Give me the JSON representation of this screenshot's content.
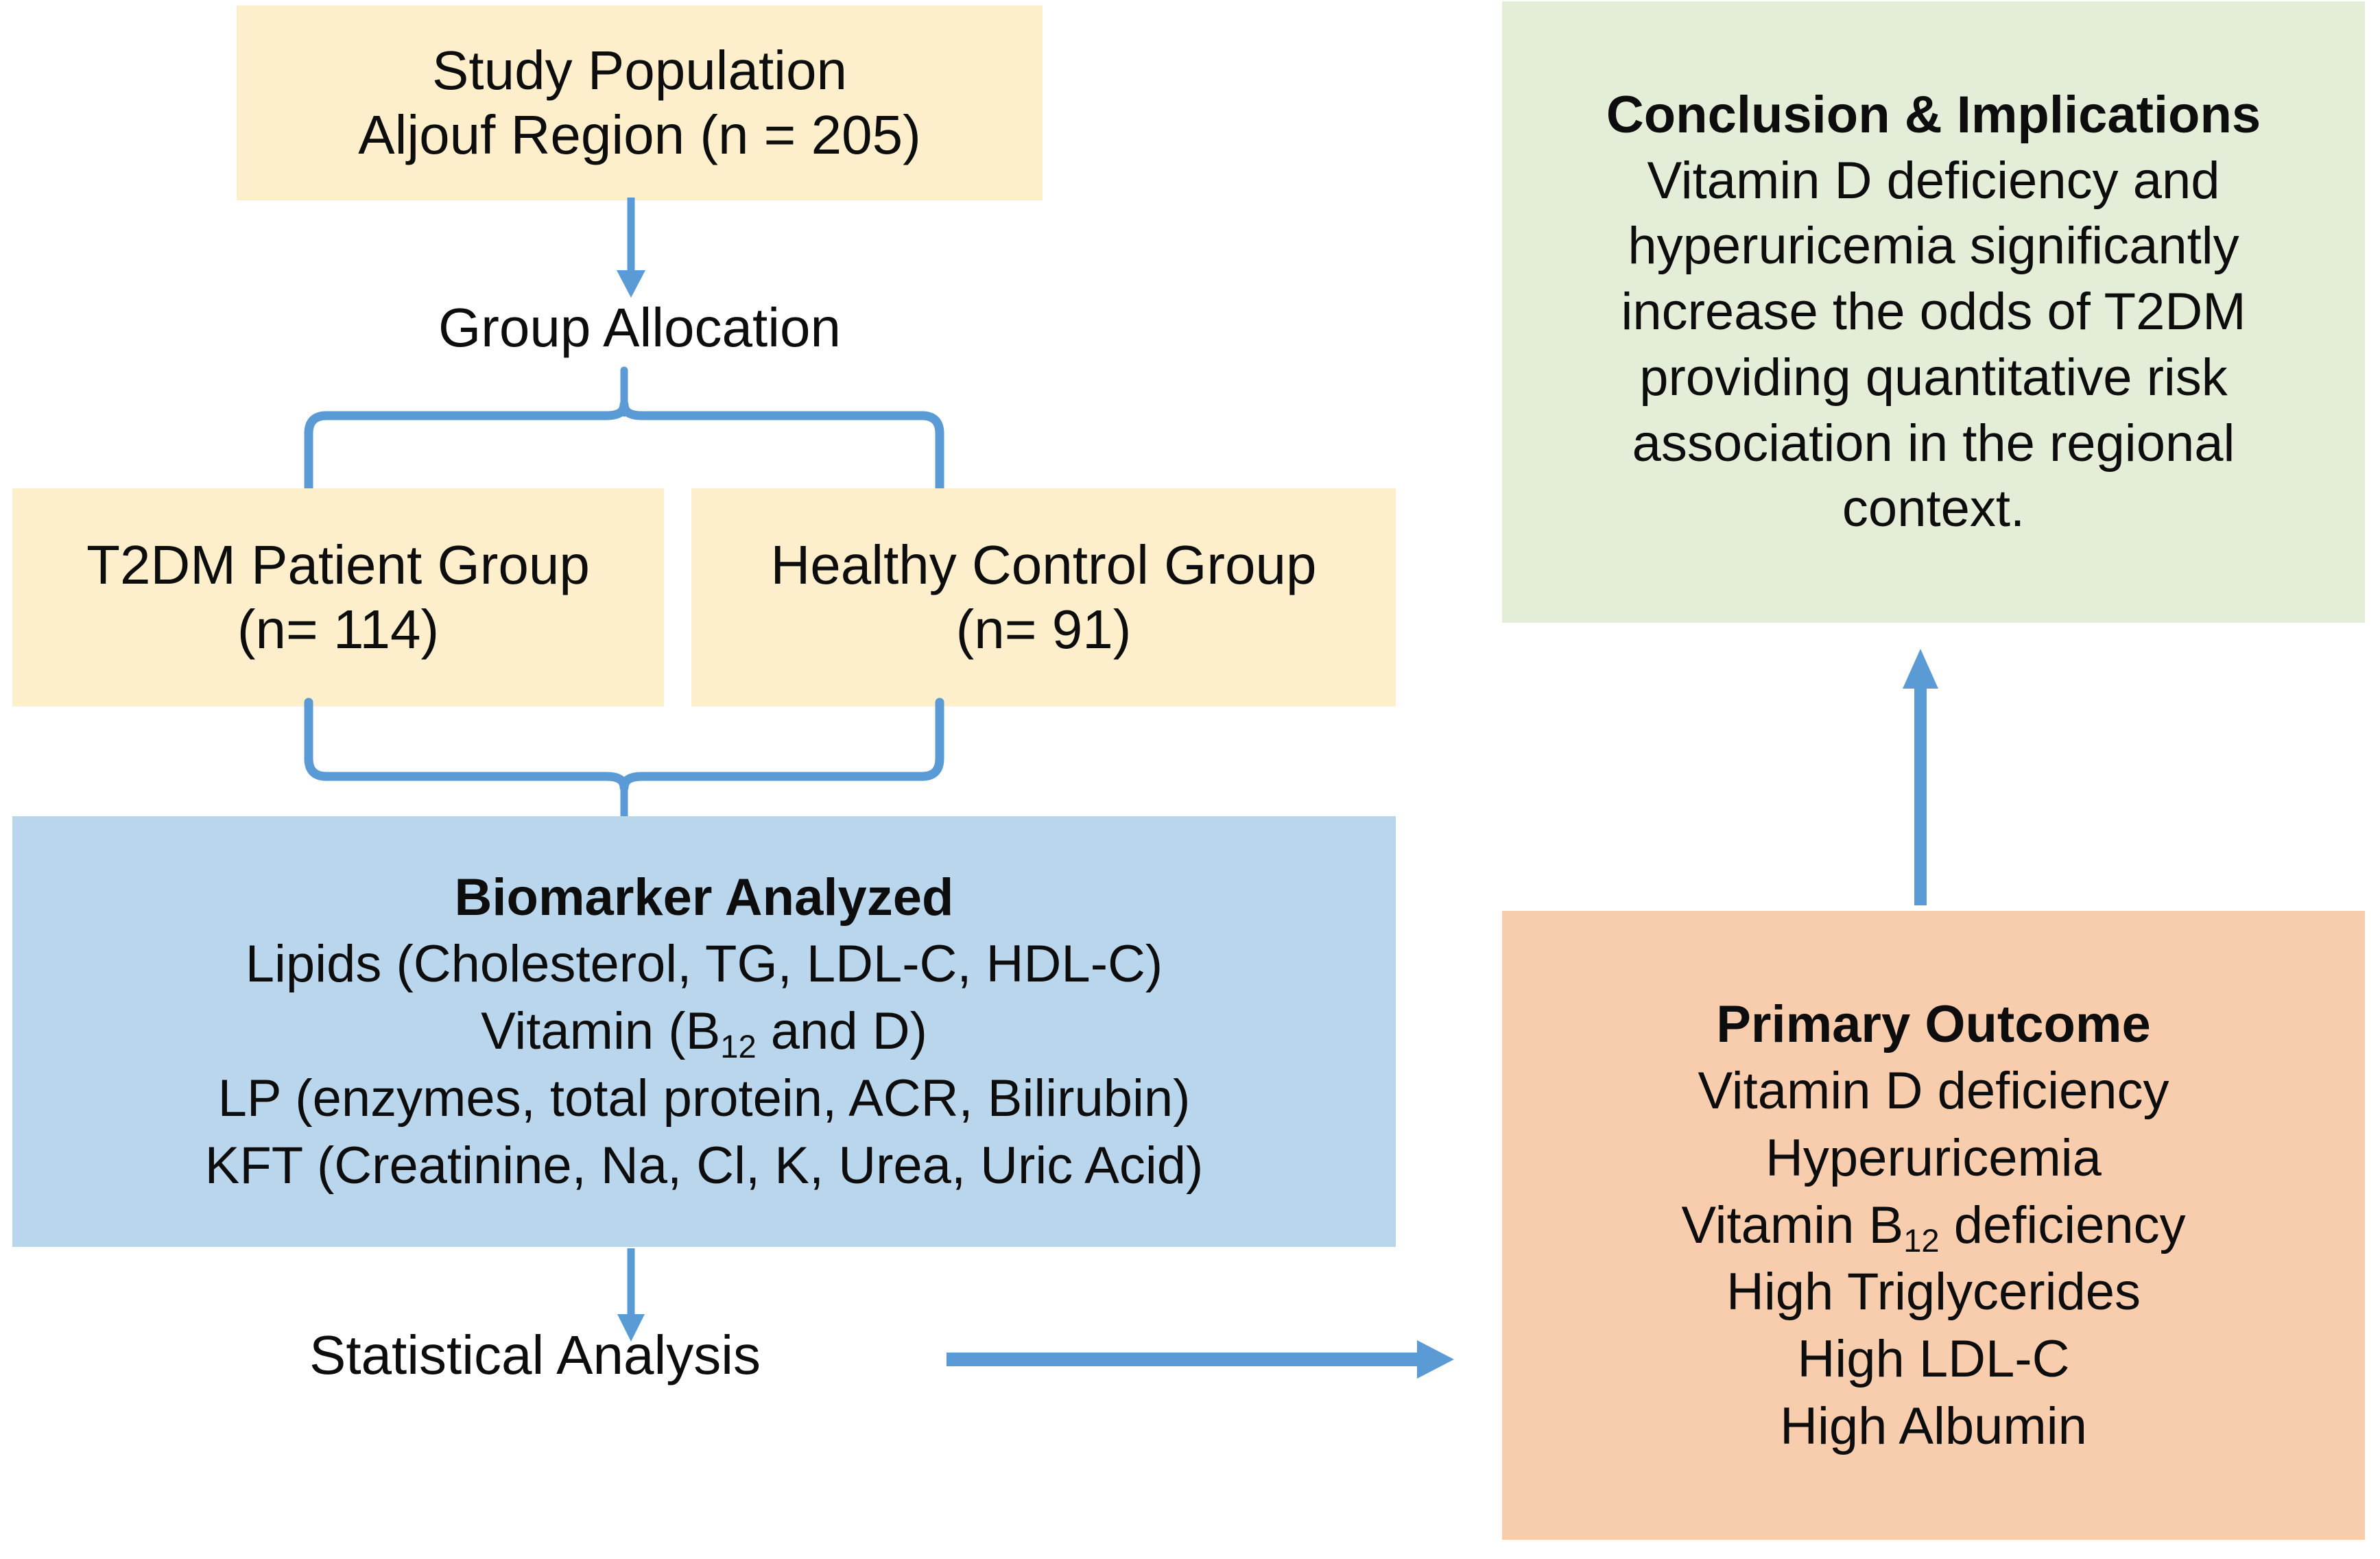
{
  "colors": {
    "yellow_box": "#FDEFCC",
    "blue_box": "#BAD6EC",
    "green_box": "#E3EDD8",
    "peach_box": "#F7CDAE",
    "connector_blue": "#5B9BD5",
    "text": "#0D0D0D",
    "background": "#FFFFFF"
  },
  "flow": {
    "study_population": {
      "line1": "Study Population",
      "line2": "Aljouf Region (n = 205)"
    },
    "group_allocation": {
      "label": "Group Allocation"
    },
    "t2dm_group": {
      "line1": "T2DM Patient Group",
      "line2": "(n= 114)"
    },
    "control_group": {
      "line1": "Healthy Control Group",
      "line2": "(n= 91)"
    },
    "biomarker": {
      "title": "Biomarker Analyzed",
      "lines": [
        "Lipids (Cholesterol, TG, LDL-C, HDL-C)",
        "LP (enzymes, total protein, ACR, Bilirubin)",
        "KFT (Creatinine, Na, Cl, K, Urea, Uric Acid)"
      ],
      "vitamin_line": {
        "pre": "Vitamin (B",
        "sub": "12",
        "post": " and D)"
      }
    },
    "statistical_analysis": {
      "label": "Statistical Analysis"
    },
    "primary_outcome": {
      "title": "Primary Outcome",
      "items": [
        "Vitamin D deficiency",
        "Hyperuricemia",
        "High Triglycerides",
        "High LDL-C",
        "High Albumin"
      ],
      "b12_item": {
        "pre": "Vitamin B",
        "sub": "12",
        "post": " deficiency"
      }
    },
    "conclusion": {
      "title": "Conclusion & Implications",
      "lines": [
        "Vitamin D deficiency and",
        "hyperuricemia  significantly",
        "increase the odds of T2DM",
        "providing  quantitative risk",
        "association in the regional",
        "context."
      ]
    }
  },
  "connectors": [
    {
      "name": "population-to-allocation",
      "kind": "arrow-down"
    },
    {
      "name": "allocation-split-brace",
      "kind": "brace-down"
    },
    {
      "name": "groups-merge-brace",
      "kind": "brace-up"
    },
    {
      "name": "biomarker-to-statistics",
      "kind": "arrow-down"
    },
    {
      "name": "statistics-to-primary-outcome",
      "kind": "arrow-right"
    },
    {
      "name": "primary-outcome-to-conclusion",
      "kind": "arrow-up"
    }
  ]
}
